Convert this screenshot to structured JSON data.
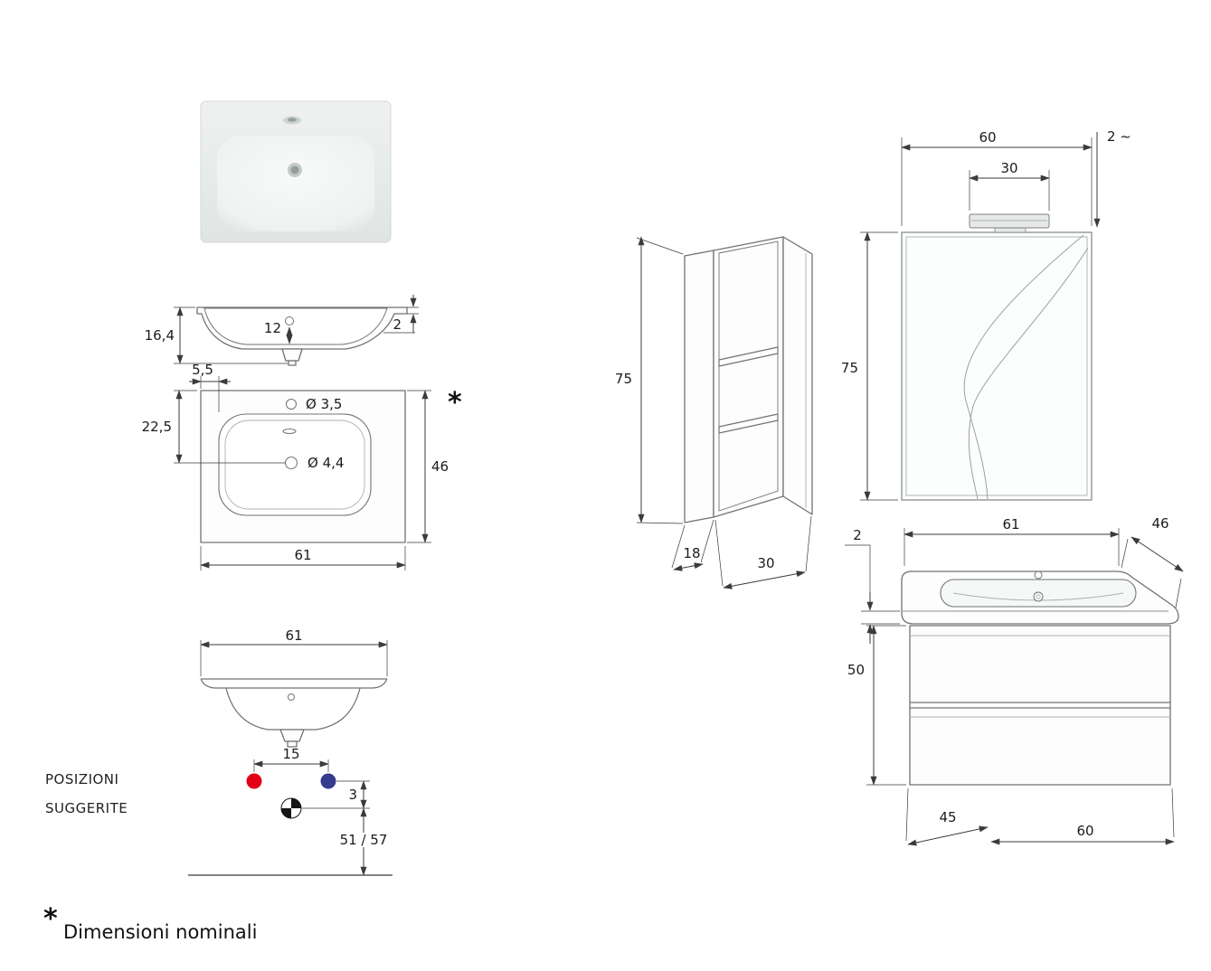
{
  "footnote": {
    "asterisk": "*",
    "text": "Dimensioni nominali"
  },
  "positions": {
    "line1": "POSIZIONI",
    "line2": "SUGGERITE"
  },
  "colors": {
    "dot_red": "#e30016",
    "dot_blue": "#373b8f"
  },
  "views": {
    "basin_section": {
      "height": "16,4",
      "bowl_depth": "12",
      "rim_thickness": "2"
    },
    "basin_top": {
      "left_offset": "5,5",
      "drain_offset": "22,5",
      "tap_hole": "Ø 3,5",
      "drain_hole": "Ø 4,4",
      "depth": "46",
      "width": "61",
      "note": "*"
    },
    "basin_front": {
      "width": "61",
      "tap_spacing": "15",
      "drop": "3",
      "mount_height": "51 / 57"
    },
    "column": {
      "height": "75",
      "depth": "18",
      "width": "30"
    },
    "mirror": {
      "width": "60",
      "lamp_width": "30",
      "thickness": "2 ~",
      "height": "75"
    },
    "vanity": {
      "top_width": "61",
      "top_depth": "46",
      "top_thickness": "2",
      "height": "50",
      "depth": "45",
      "width": "60"
    }
  }
}
